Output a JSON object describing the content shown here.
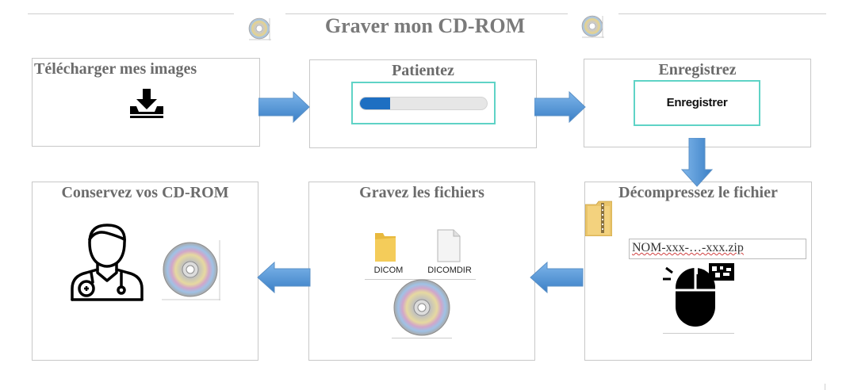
{
  "title": "Graver mon CD-ROM",
  "steps": [
    {
      "id": "download",
      "title": "Télécharger mes images",
      "icon": "download-tray-icon"
    },
    {
      "id": "wait",
      "title": "Patientez",
      "icon": "progress-bar",
      "progress": 0.24
    },
    {
      "id": "save",
      "title": "Enregistrez",
      "button_label": "Enregistrer"
    },
    {
      "id": "decompress",
      "title": "Décompressez le fichier",
      "filename": "NOM-xxx-…-xxx.zip",
      "icons": [
        "zip-folder-icon",
        "mouse-click-icon"
      ]
    },
    {
      "id": "burn",
      "title": "Gravez les fichiers",
      "files": [
        "DICOM",
        "DICOMDIR"
      ],
      "icons": [
        "folder-icon",
        "file-icon",
        "cd-icon"
      ]
    },
    {
      "id": "keep",
      "title": "Conservez vos CD-ROM",
      "icons": [
        "doctor-icon",
        "cd-icon"
      ]
    }
  ],
  "colors": {
    "arrow": "#4a8fd4",
    "accent_border": "#5fd3c6",
    "progress": "#1e6fc2",
    "text": "#6b6b6b"
  }
}
